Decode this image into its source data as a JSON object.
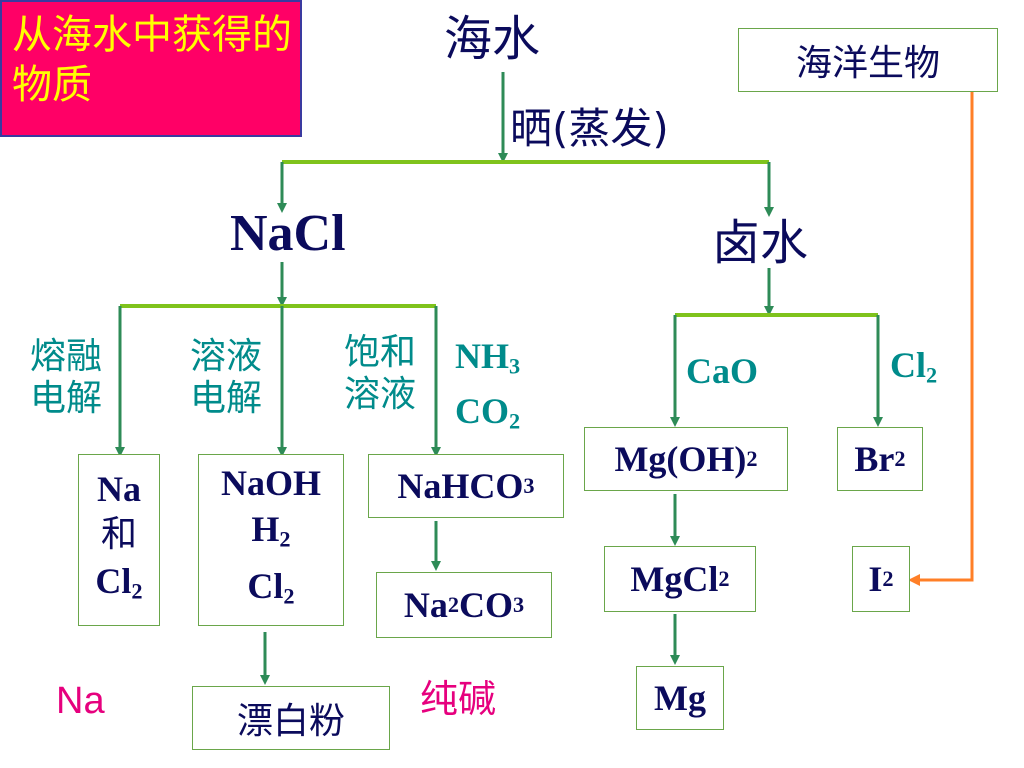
{
  "title": "从海水中获得的物质",
  "nodes": {
    "seawater": "海水",
    "marine_life": "海洋生物",
    "evaporation": "晒(蒸发)",
    "nacl": "NaCl",
    "brine": "卤水",
    "melt_electrolysis": "熔融电解",
    "solution_electrolysis": "溶液电解",
    "saturated_solution": "饱和溶液",
    "nh3": "NH3",
    "co2": "CO2",
    "cao": "CaO",
    "cl2_reagent": "Cl2",
    "na_and_cl2": {
      "na": "Na",
      "and": "和",
      "cl2": "Cl2"
    },
    "naoh_h2_cl2": {
      "naoh": "NaOH",
      "h2": "H2",
      "cl2": "Cl2"
    },
    "nahco3": "NaHCO3",
    "na2co3": "Na2CO3",
    "bleaching_powder": "漂白粉",
    "mgoh2": "Mg(OH)2",
    "br2": "Br2",
    "mgcl2": "MgCl2",
    "i2": "I2",
    "mg": "Mg",
    "na_note": "Na",
    "soda_ash": "纯碱"
  },
  "colors": {
    "title_bg": "#ff0066",
    "title_text": "#ffff00",
    "line_green": "#2e8b57",
    "bracket_green": "#7fc31c",
    "orange_arrow": "#ff7f27",
    "teal_label": "#008b8b",
    "navy_text": "#0b0b5c",
    "magenta_text": "#e6007e"
  }
}
